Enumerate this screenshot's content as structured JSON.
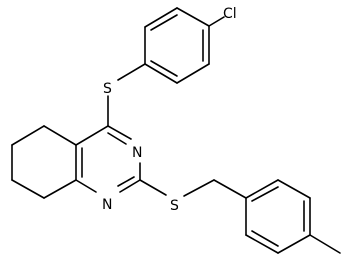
{
  "molecule": {
    "atoms": {
      "cl": "Cl",
      "s_top": "S",
      "n_upper": "N",
      "n_lower": "N",
      "s_lower": "S"
    }
  }
}
